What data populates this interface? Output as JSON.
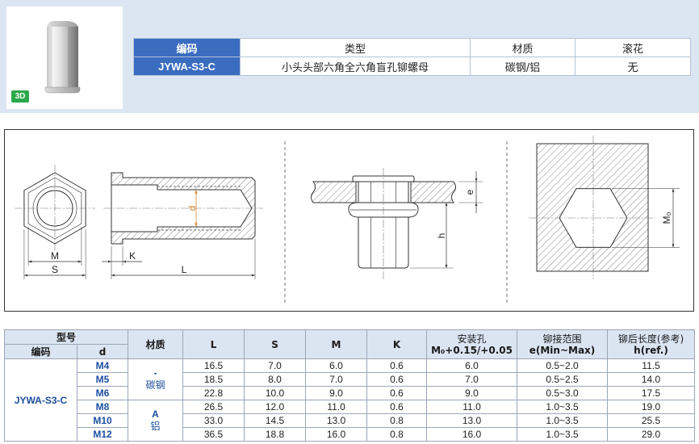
{
  "product": {
    "image": "hex-rivet-nut-3d-render",
    "badge_3d": "3D"
  },
  "summary_table": {
    "headers": [
      "编码",
      "类型",
      "材质",
      "滚花"
    ],
    "values": [
      "JYWA-S3-C",
      "小头头部六角全六角盲孔铆螺母",
      "碳钢/铝",
      "无"
    ]
  },
  "drawing": {
    "labels": {
      "M": "M",
      "S": "S",
      "K": "K",
      "L": "L",
      "d": "d",
      "e": "e",
      "h": "h",
      "M0": "M₀"
    }
  },
  "spec_table": {
    "headers": {
      "model": "型号",
      "code": "编码",
      "d": "d",
      "material": "材质",
      "L": "L",
      "S": "S",
      "M": "M",
      "K": "K",
      "hole_1": "安装孔",
      "hole_2": "M₀+0.15/+0.05",
      "grip_1": "铆接范围",
      "grip_2": "e(Min~Max)",
      "length_1": "铆后长度(参考)",
      "length_2": "h(ref.)"
    },
    "code": "JYWA-S3-C",
    "materials": [
      {
        "code": "-",
        "name": "碳钢"
      },
      {
        "code": "A",
        "name": "铝"
      }
    ],
    "rows": [
      {
        "d": "M4",
        "L": "16.5",
        "S": "7.0",
        "M": "6.0",
        "K": "0.6",
        "hole": "6.0",
        "grip": "0.5~2.0",
        "h": "11.5"
      },
      {
        "d": "M5",
        "L": "18.5",
        "S": "8.0",
        "M": "7.0",
        "K": "0.6",
        "hole": "7.0",
        "grip": "0.5~2.5",
        "h": "14.0"
      },
      {
        "d": "M6",
        "L": "22.8",
        "S": "10.0",
        "M": "9.0",
        "K": "0.6",
        "hole": "9.0",
        "grip": "0.5~3.0",
        "h": "17.5"
      },
      {
        "d": "M8",
        "L": "26.5",
        "S": "12.0",
        "M": "11.0",
        "K": "0.6",
        "hole": "11.0",
        "grip": "1.0~3.5",
        "h": "19.0"
      },
      {
        "d": "M10",
        "L": "33.0",
        "S": "14.5",
        "M": "13.0",
        "K": "0.8",
        "hole": "13.0",
        "grip": "1.0~3.5",
        "h": "25.5"
      },
      {
        "d": "M12",
        "L": "36.5",
        "S": "18.8",
        "M": "16.0",
        "K": "0.8",
        "hole": "16.0",
        "grip": "1.0~3.5",
        "h": "29.0"
      }
    ]
  },
  "colors": {
    "brand_blue": "#3a6cc0",
    "band_bg": "#dce6f3",
    "header_bg": "#dbe5f2",
    "size_text": "#1d4ea0",
    "badge_green": "#2ba84a",
    "dim_d": "#d4862f"
  }
}
